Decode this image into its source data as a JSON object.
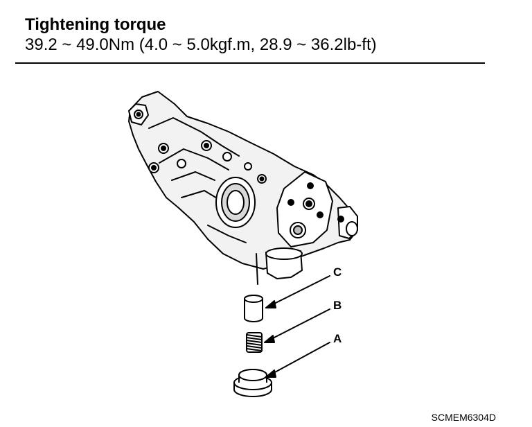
{
  "header": {
    "title": "Tightening torque",
    "spec": "39.2 ~ 49.0Nm (4.0 ~ 5.0kgf.m, 28.9 ~ 36.2lb-ft)"
  },
  "callouts": {
    "a": "A",
    "b": "B",
    "c": "C"
  },
  "figure_code": "SCMEM6304D"
}
